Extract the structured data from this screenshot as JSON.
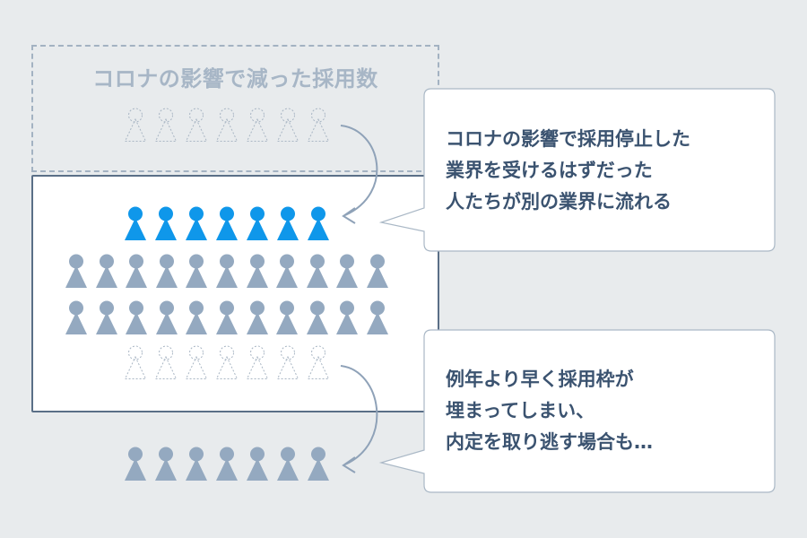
{
  "title": "コロナの影響で減った採用数",
  "callouts": [
    {
      "lines": [
        "コロナの影響で採用停止した",
        "業界を受けるはずだった",
        "人たちが別の業界に流れる"
      ]
    },
    {
      "lines": [
        "例年より早く採用枠が",
        "埋まってしまい、",
        "内定を取り逃す場合も…"
      ]
    }
  ],
  "rows": [
    {
      "name": "lost-hires-row",
      "count": 7,
      "style": "dashed"
    },
    {
      "name": "inflow-row",
      "count": 7,
      "style": "blue"
    },
    {
      "name": "applicants-row-1",
      "count": 11,
      "style": "gray"
    },
    {
      "name": "applicants-row-2",
      "count": 11,
      "style": "gray"
    },
    {
      "name": "displaced-slots-row",
      "count": 7,
      "style": "dashed"
    },
    {
      "name": "missed-offers-row",
      "count": 7,
      "style": "gray"
    }
  ],
  "colors": {
    "blue": "#0f97ea",
    "gray": "#94a9c0",
    "dashed": "#a9b6c4",
    "text": "#3b5370",
    "border": "#5a6f87"
  }
}
